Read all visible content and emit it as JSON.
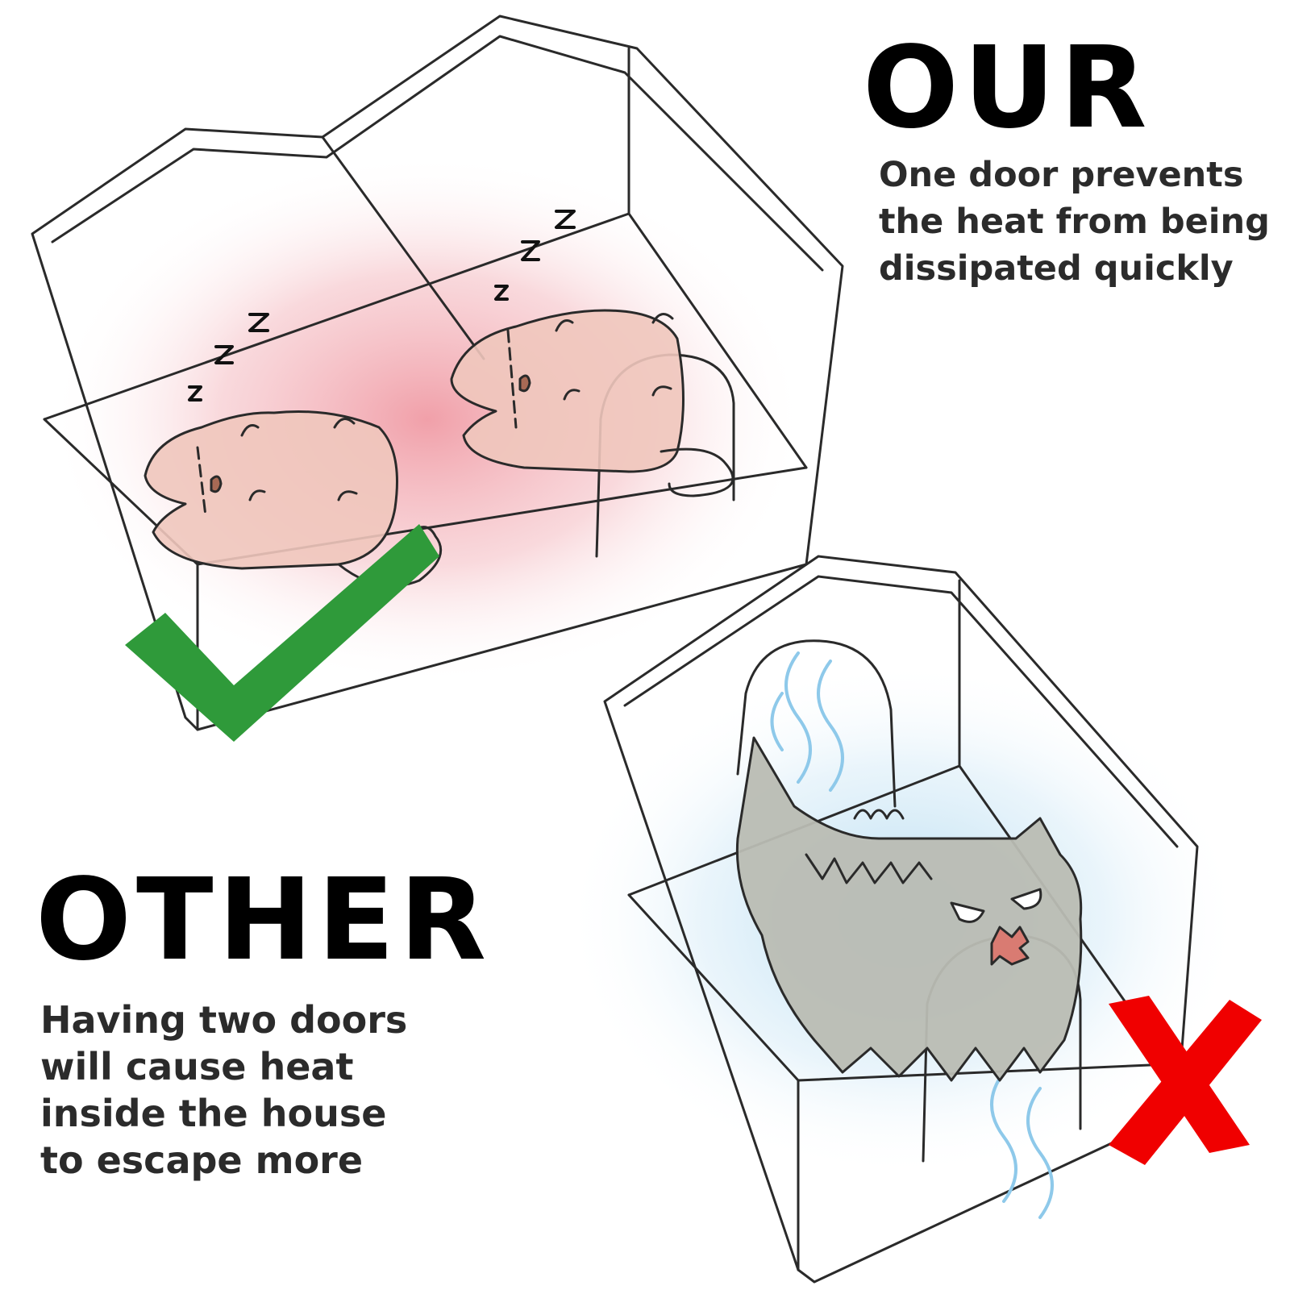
{
  "ours": {
    "heading": "OUR",
    "description_lines": [
      "One door prevents",
      "the heat from being",
      "dissipated quickly"
    ],
    "glow_color": "#ee8f9a",
    "cat_fill": "#f0c7bd",
    "sleep_glyphs": [
      "Z",
      "Z",
      "Z"
    ],
    "verdict_icon": "check-mark-icon",
    "verdict_color": "#2f9a3a"
  },
  "other": {
    "heading": "OTHER",
    "description_lines": [
      "Having two doors",
      "will cause heat",
      "inside the house",
      "to escape more"
    ],
    "glow_color": "#a9d6ef",
    "cat_fill": "#b9bcb3",
    "verdict_icon": "cross-mark-icon",
    "verdict_color": "#f00000"
  },
  "outline_color": "#2a2a2a"
}
